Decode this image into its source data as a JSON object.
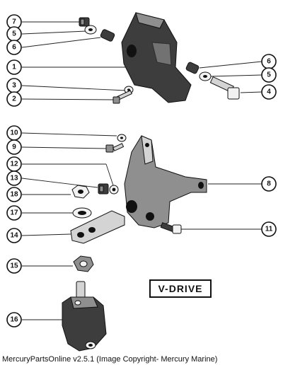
{
  "callouts": {
    "c7": "7",
    "c5a": "5",
    "c6a": "6",
    "c1": "1",
    "c3": "3",
    "c2": "2",
    "c6b": "6",
    "c5b": "5",
    "c4": "4",
    "c10": "10",
    "c9": "9",
    "c12": "12",
    "c13": "13",
    "c18": "18",
    "c17": "17",
    "c14": "14",
    "c15": "15",
    "c16": "16",
    "c8": "8",
    "c11": "11"
  },
  "label_box": "V-DRIVE",
  "footer": "MercuryPartsOnline v2.5.1 (Image Copyright- Mercury Marine)"
}
